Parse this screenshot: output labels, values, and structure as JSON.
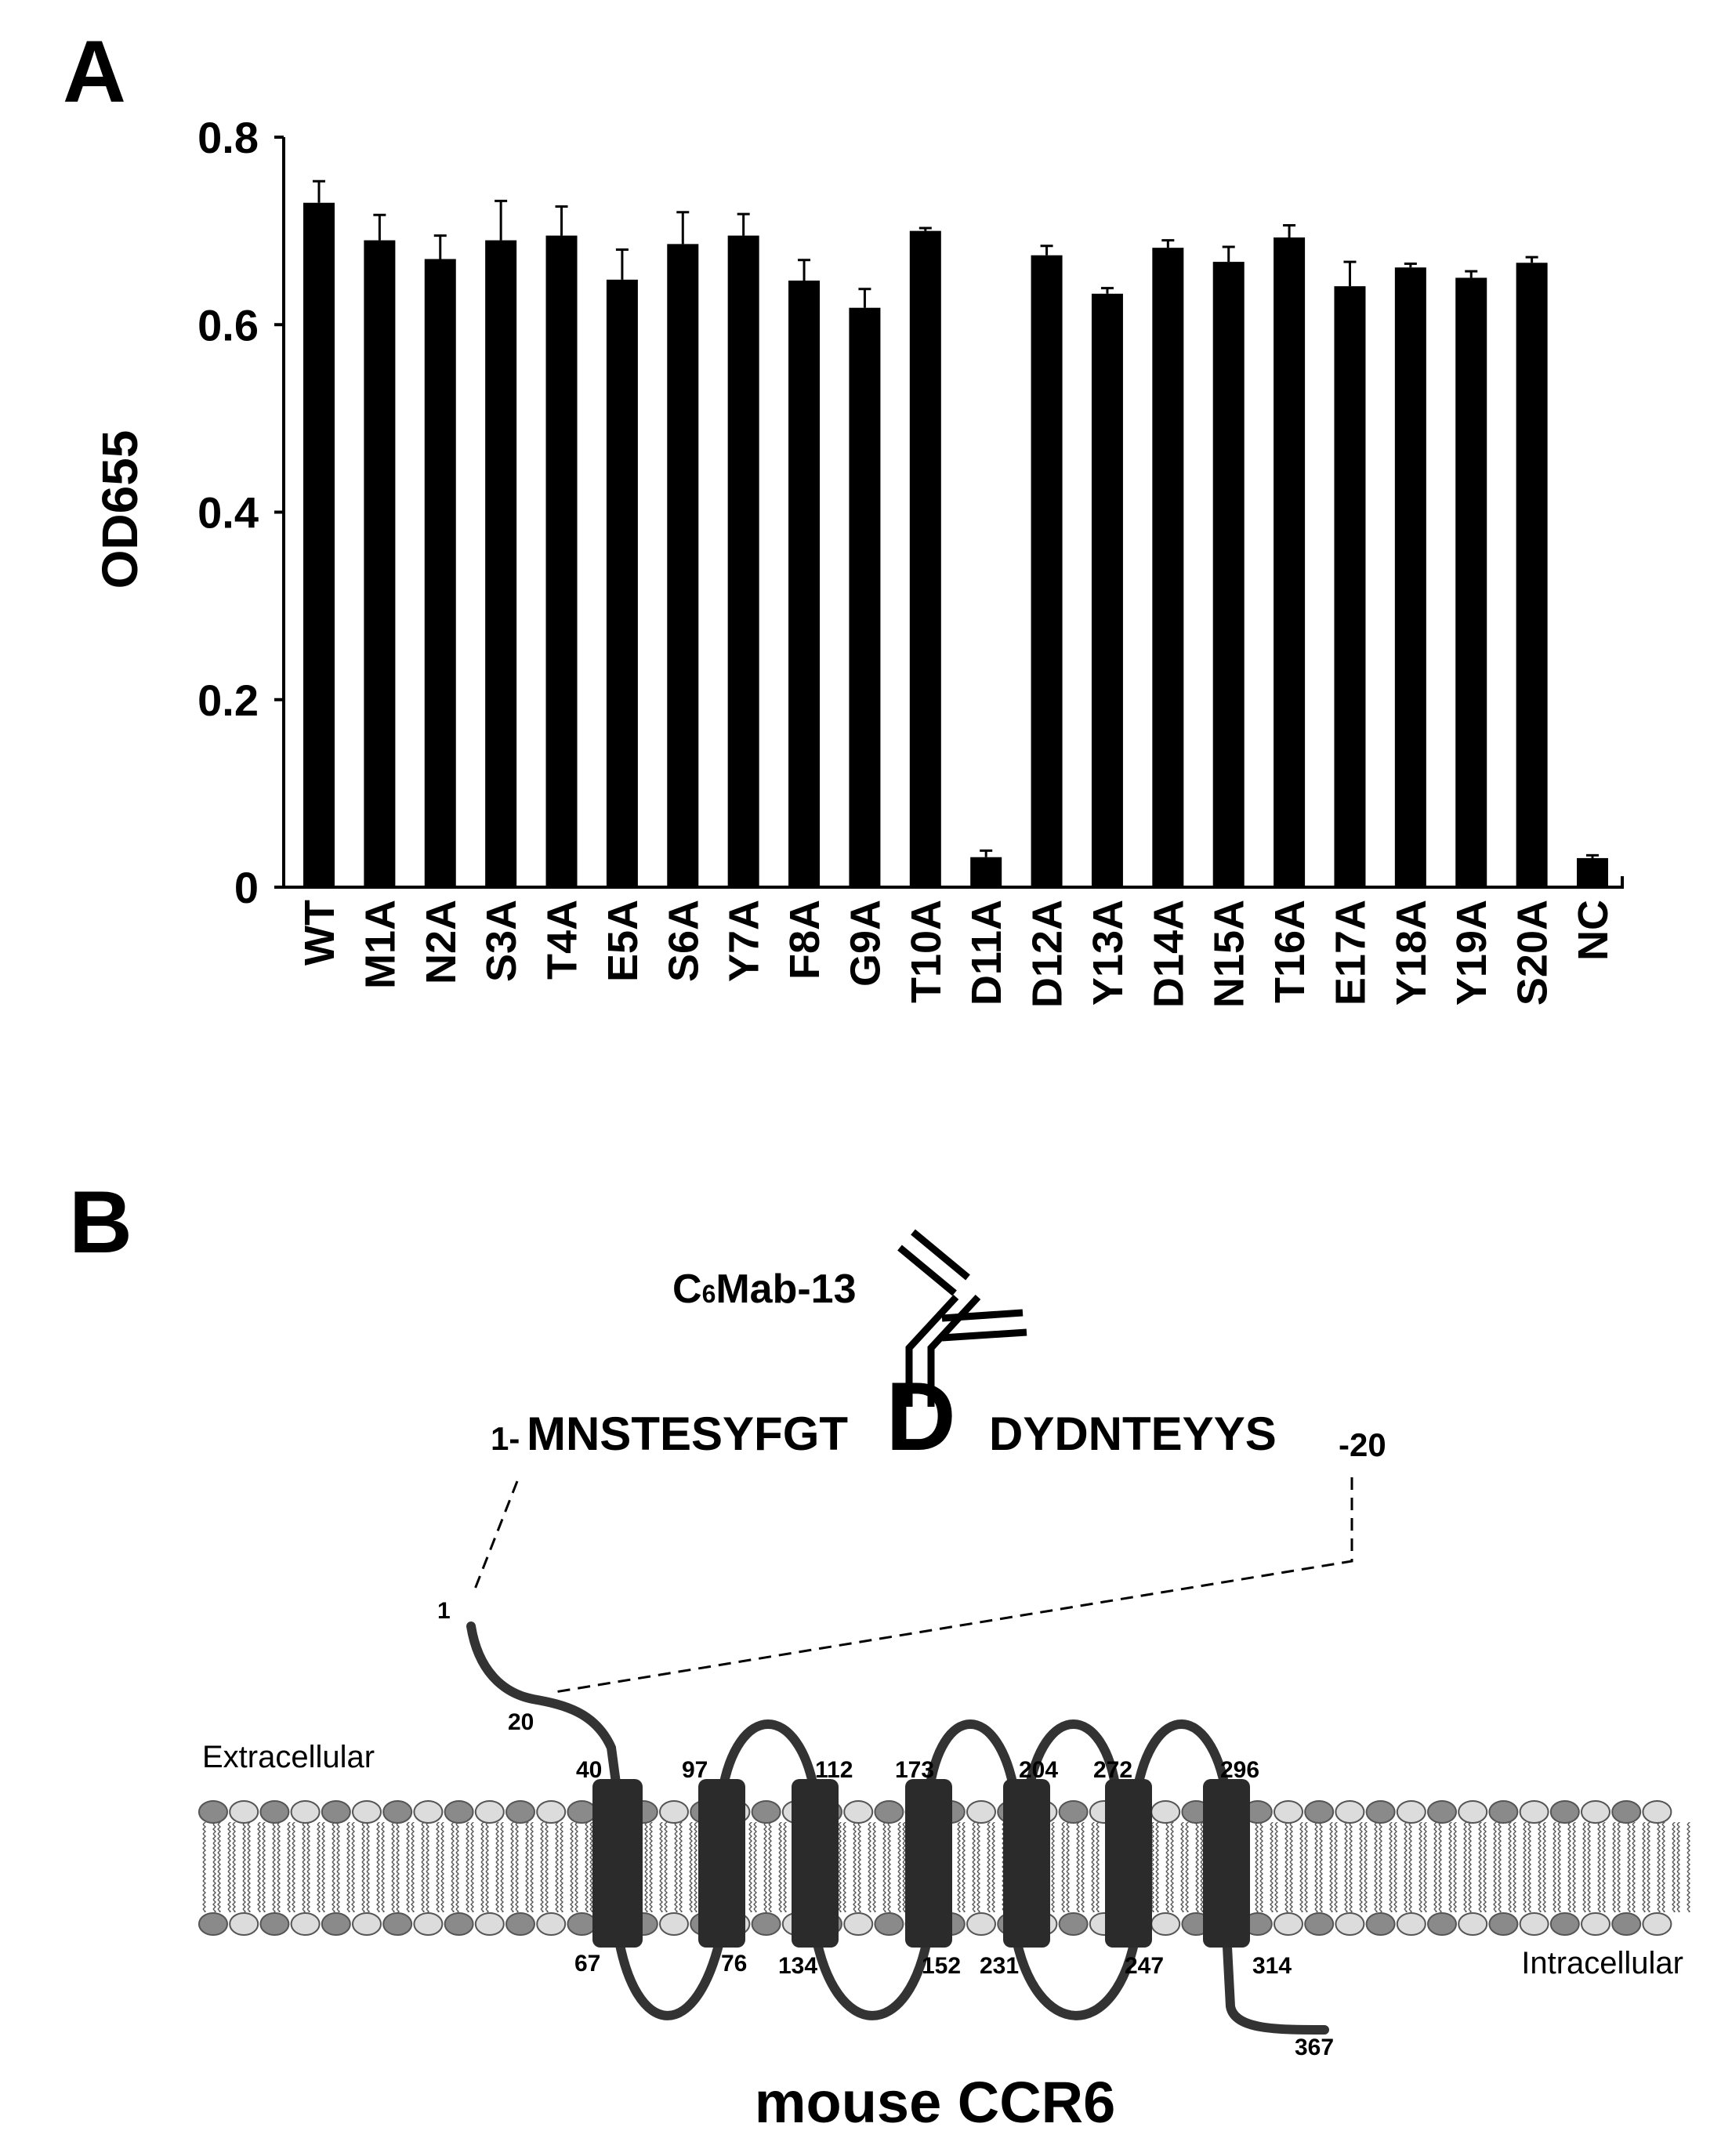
{
  "panel_a": {
    "label": "A"
  },
  "panel_b": {
    "label": "B",
    "antibody_label": {
      "prefix": "C",
      "sub": "6",
      "suffix": "Mab-13"
    },
    "sequence": {
      "start": "1-",
      "before": "MNSTESYFGT",
      "highlight": "D",
      "after": "DYDNTEYYS",
      "end": "-20"
    },
    "extracellular_label": "Extracellular",
    "intracellular_label": "Intracellular",
    "title": "mouse CCR6",
    "residue_labels": [
      "1",
      "20",
      "40",
      "97",
      "112",
      "173",
      "204",
      "272",
      "296",
      "67",
      "76",
      "134",
      "152",
      "231",
      "247",
      "314",
      "367"
    ]
  },
  "chart_data": {
    "type": "bar",
    "title": "",
    "xlabel": "",
    "ylabel": "OD655",
    "ylim": [
      0,
      0.8
    ],
    "yticks": [
      "0",
      "0.2",
      "0.4",
      "0.6",
      "0.8"
    ],
    "ytick_values": [
      0,
      0.2,
      0.4,
      0.6,
      0.8
    ],
    "categories": [
      "WT",
      "M1A",
      "N2A",
      "S3A",
      "T4A",
      "E5A",
      "S6A",
      "Y7A",
      "F8A",
      "G9A",
      "T10A",
      "D11A",
      "D12A",
      "Y13A",
      "D14A",
      "N15A",
      "T16A",
      "E17A",
      "Y18A",
      "Y19A",
      "S20A",
      "NC"
    ],
    "values": [
      0.73,
      0.69,
      0.67,
      0.69,
      0.695,
      0.648,
      0.686,
      0.695,
      0.647,
      0.618,
      0.7,
      0.032,
      0.674,
      0.633,
      0.682,
      0.667,
      0.693,
      0.641,
      0.661,
      0.65,
      0.666,
      0.031
    ],
    "errors": [
      0.023,
      0.027,
      0.025,
      0.042,
      0.031,
      0.032,
      0.034,
      0.023,
      0.022,
      0.02,
      0.003,
      0.007,
      0.01,
      0.006,
      0.008,
      0.016,
      0.013,
      0.026,
      0.004,
      0.007,
      0.006,
      0.003
    ],
    "bar_color": "#000000",
    "grid": false
  }
}
